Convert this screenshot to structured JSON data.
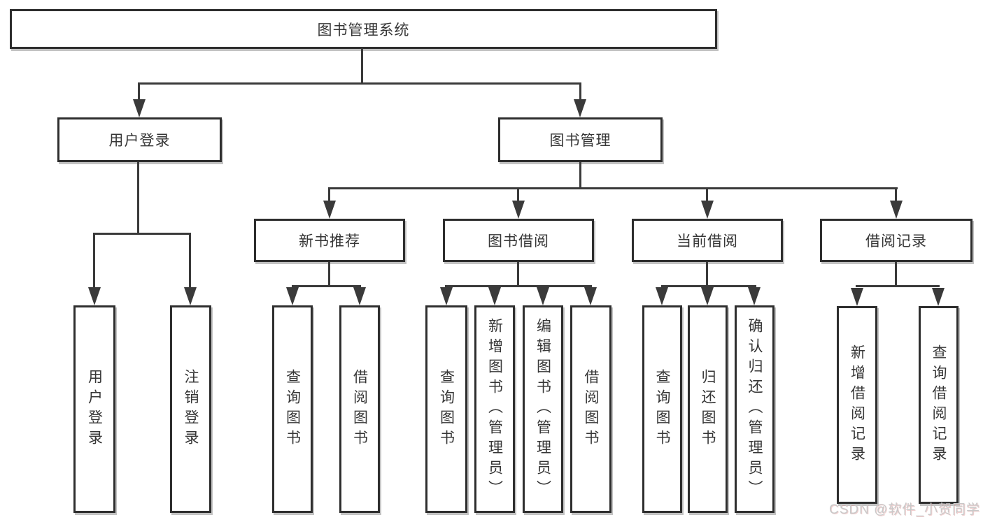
{
  "nodes": {
    "root": {
      "label": "图书管理系统"
    },
    "level2": [
      {
        "label": "用户登录"
      },
      {
        "label": "图书管理"
      }
    ],
    "level3": [
      {
        "label": "新书推荐"
      },
      {
        "label": "图书借阅"
      },
      {
        "label": "当前借阅"
      },
      {
        "label": "借阅记录"
      }
    ],
    "leaves": [
      {
        "label": "用户登录"
      },
      {
        "label": "注销登录"
      },
      {
        "label": "查询图书"
      },
      {
        "label": "借阅图书"
      },
      {
        "label": "查询图书"
      },
      {
        "label": "新增图书（管理员）"
      },
      {
        "label": "编辑图书（管理员）"
      },
      {
        "label": "借阅图书"
      },
      {
        "label": "查询图书"
      },
      {
        "label": "归还图书"
      },
      {
        "label": "确认归还（管理员）"
      },
      {
        "label": "新增借阅记录"
      },
      {
        "label": "查询借阅记录"
      }
    ]
  },
  "watermark": {
    "text": "CSDN @软件_小贺同学"
  },
  "colors": {
    "background": "#ffffff",
    "box_border": "#2e2e2e",
    "connector_line": "#3a3a3a",
    "text": "#363636",
    "watermark_text": "#c9c9c9"
  }
}
